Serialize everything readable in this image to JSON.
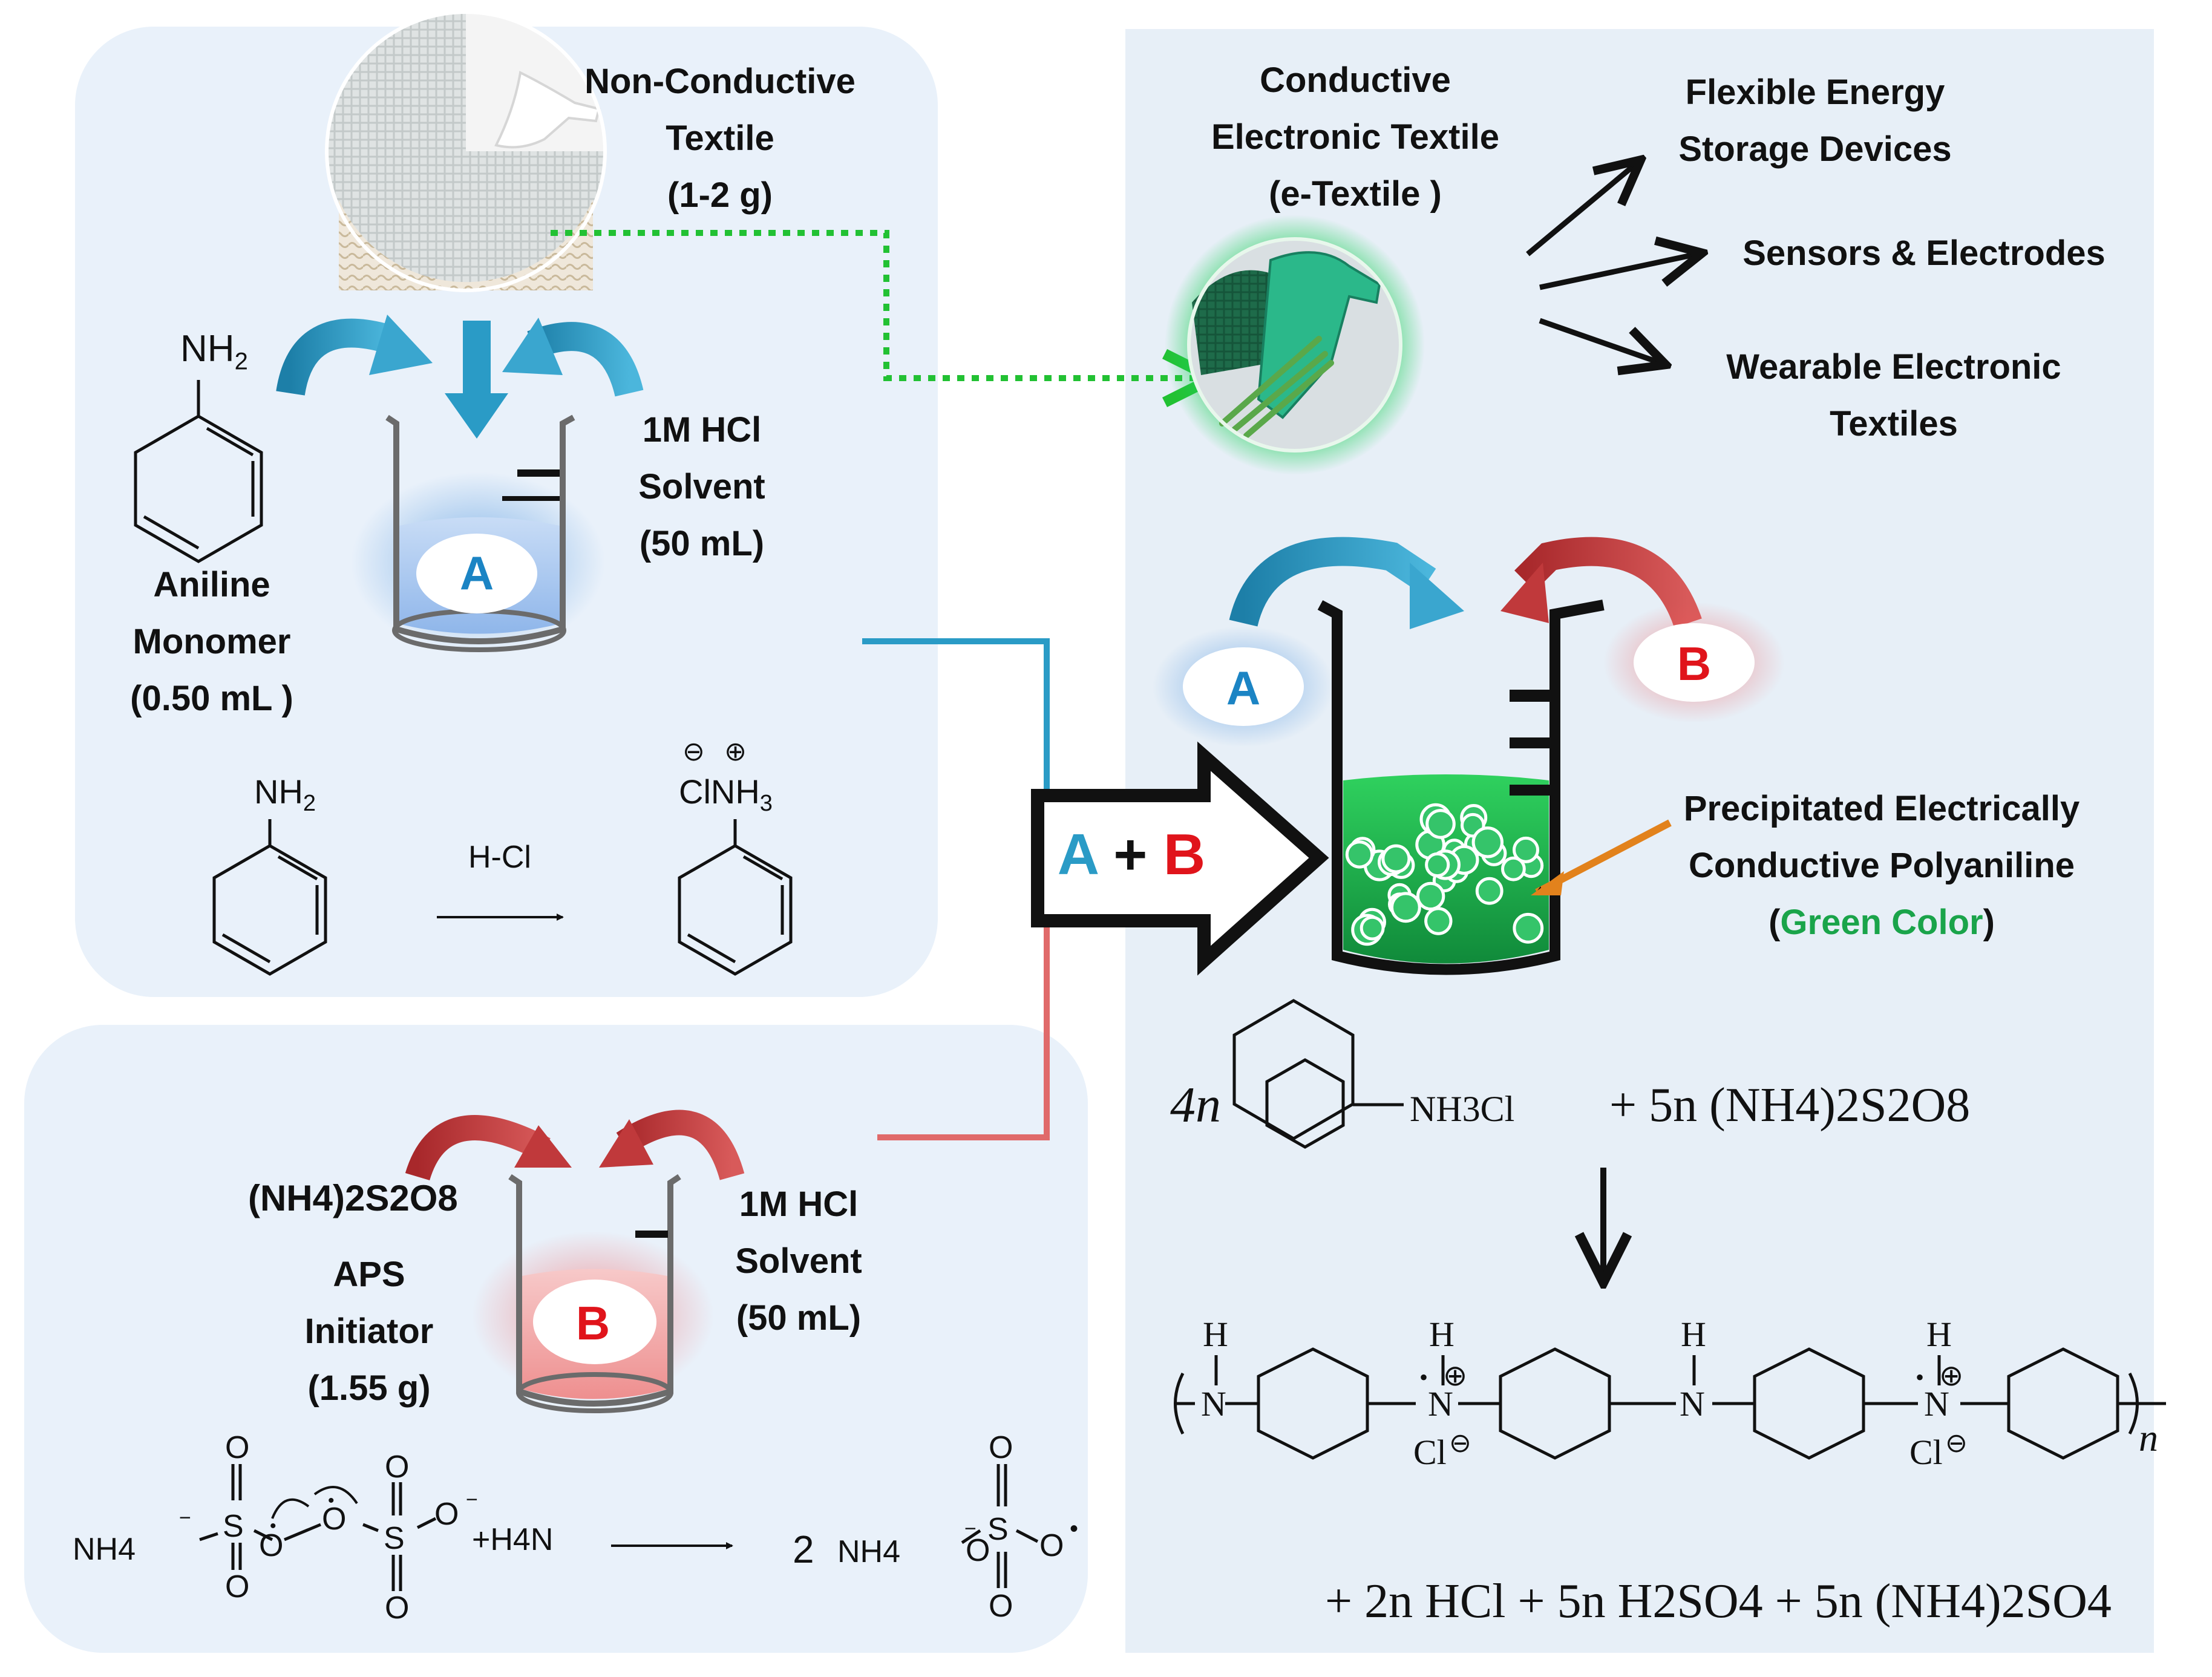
{
  "colors": {
    "panel_bg": "#e9f1fa",
    "blue_arrow": "#2a9bc6",
    "red_arrow": "#c0393b",
    "green": "#1aa44a",
    "orange": "#e2821c",
    "label_a": "#1b84c4",
    "label_b": "#e0141b"
  },
  "panel_a": {
    "textile_label": [
      "Non-Conductive",
      "Textile",
      "(1-2 g)"
    ],
    "monomer_label": [
      "Aniline",
      "Monomer",
      "(0.50 mL )"
    ],
    "solvent_label": [
      "1M HCl",
      "Solvent",
      "(50 mL)"
    ],
    "beaker_label": "A",
    "nh2": "NH",
    "nh2_sub": "2",
    "reaction_reagent": "H-Cl",
    "product_charges": "⊖ ⊕",
    "product_formula": "ClNH",
    "product_sub": "3"
  },
  "panel_b": {
    "aps_formula": "(NH4)2S2O8",
    "aps_label": [
      "APS",
      "Initiator",
      "(1.55 g)"
    ],
    "solvent_label": [
      "1M HCl",
      "Solvent",
      "(50 mL)"
    ],
    "beaker_label": "B",
    "left_nh4": "NH4",
    "right_h4n": "+H4N",
    "product_coef": "2",
    "product_nh4": "NH4"
  },
  "right_panel": {
    "etextile_label": [
      "Conductive",
      "Electronic  Textile",
      "(e-Textile )"
    ],
    "applications": [
      [
        "Flexible Energy",
        "Storage Devices"
      ],
      [
        "Sensors & Electrodes"
      ],
      [
        "Wearable Electronic",
        "Textiles"
      ]
    ],
    "label_a": "A",
    "label_b": "B",
    "mix_a": "A",
    "mix_plus": "+",
    "mix_b": "B",
    "precipitate_label": [
      "Precipitated Electrically",
      "Conductive Polyaniline"
    ],
    "precipitate_color_open": "(",
    "precipitate_color_text": "Green Color",
    "precipitate_color_close": ")",
    "eq_coef1": "4n",
    "eq_group": "NH3Cl",
    "eq_plus_term": "+  5n (NH4)2S2O8",
    "byproducts": "+ 2n HCl + 5n H2SO4 + 5n (NH4)2SO4",
    "polymer_n": "n"
  }
}
